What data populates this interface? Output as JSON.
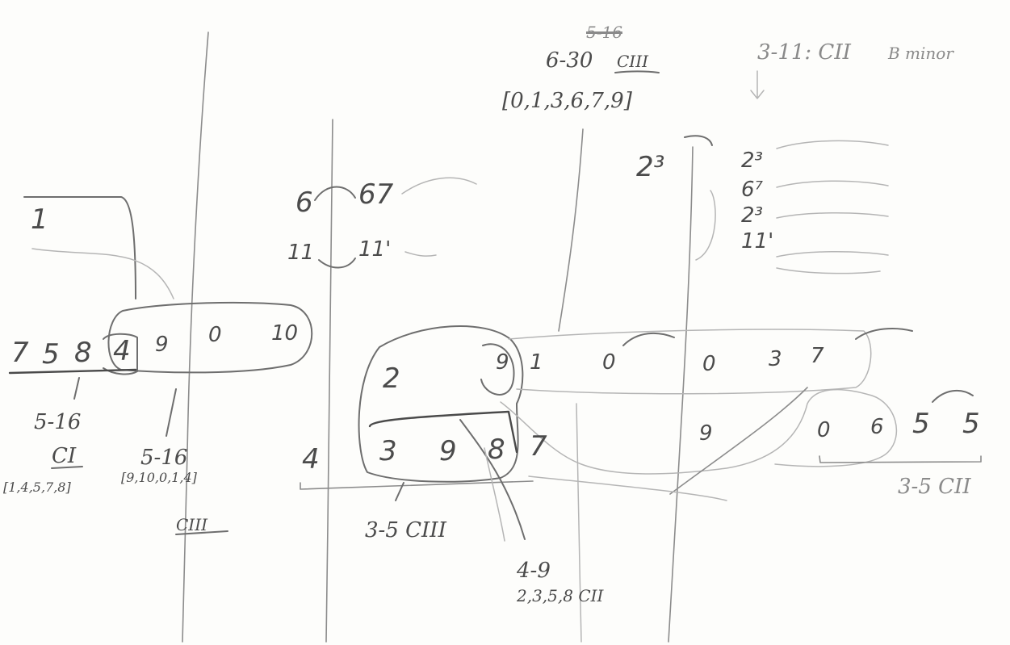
{
  "sketch": {
    "left": {
      "annotation_1": "1",
      "row_notes": [
        "7",
        "5",
        "8"
      ],
      "boxed_note": "4",
      "oval_notes": [
        "9",
        "0",
        "10"
      ],
      "labels": [
        "5-16",
        "CI",
        "[1,4,5,7,8]",
        "5-16",
        "[9,10,0,1,4]",
        "CIII"
      ]
    },
    "ghost_marks": [
      "6",
      "11"
    ],
    "pair_marks": {
      "left_top": "6",
      "right_top": "67",
      "left_bottom": "11",
      "right_bottom": "11'"
    },
    "top_center": {
      "crossed": "5-16",
      "set_class": "6-30",
      "cycle": "CIII",
      "pcs": "[0,1,3,6,7,9]"
    },
    "top_right": {
      "label": "3-11: CII",
      "note": "B minor",
      "column_marks": [
        "2³",
        "6⁷",
        "2³",
        "11'"
      ],
      "standalone": "2³"
    },
    "middle": {
      "bass_4": "4",
      "blob_2": "2",
      "bracket_notes": [
        "3",
        "9",
        "8"
      ],
      "after_7": "7",
      "oval_row": [
        "9",
        "1",
        "0",
        "0",
        "3",
        "7"
      ],
      "lower_9": "9",
      "right_row": [
        "0",
        "6",
        "5",
        "5"
      ]
    },
    "labels": {
      "three_five_ciii": "3-5 CIII",
      "four_nine": "4-9",
      "four_nine_pcs": "2,3,5,8 CII",
      "three_five_cii": "3-5 CII"
    }
  }
}
